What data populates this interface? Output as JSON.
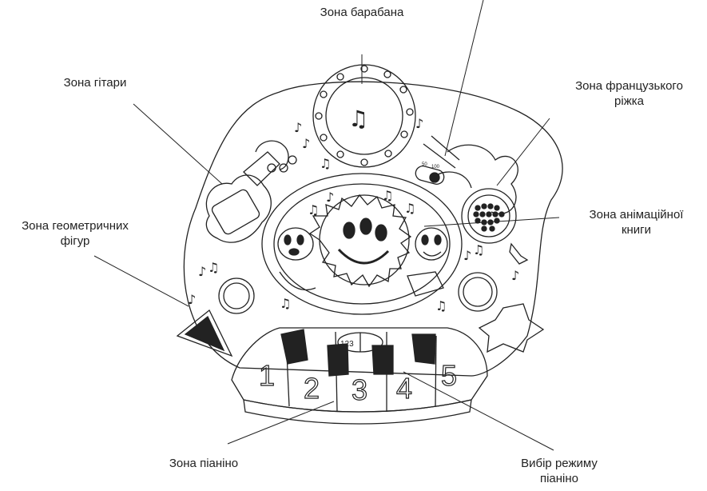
{
  "labels": {
    "drum": "Зона барабана",
    "guitar": "Зона гітари",
    "horn_line1": "Зона французького",
    "horn_line2": "ріжка",
    "shapes_line1": "Зона геометричних",
    "shapes_line2": "фігур",
    "book_line1": "Зона анімаційної",
    "book_line2": "книги",
    "piano": "Зона піаніно",
    "mode_line1": "Вибір режиму",
    "mode_line2": "піаніно"
  },
  "piano_keys": [
    "1",
    "2",
    "3",
    "4",
    "5"
  ],
  "mode_switch_text": "123",
  "volume_marks": [
    "50",
    "100"
  ]
}
